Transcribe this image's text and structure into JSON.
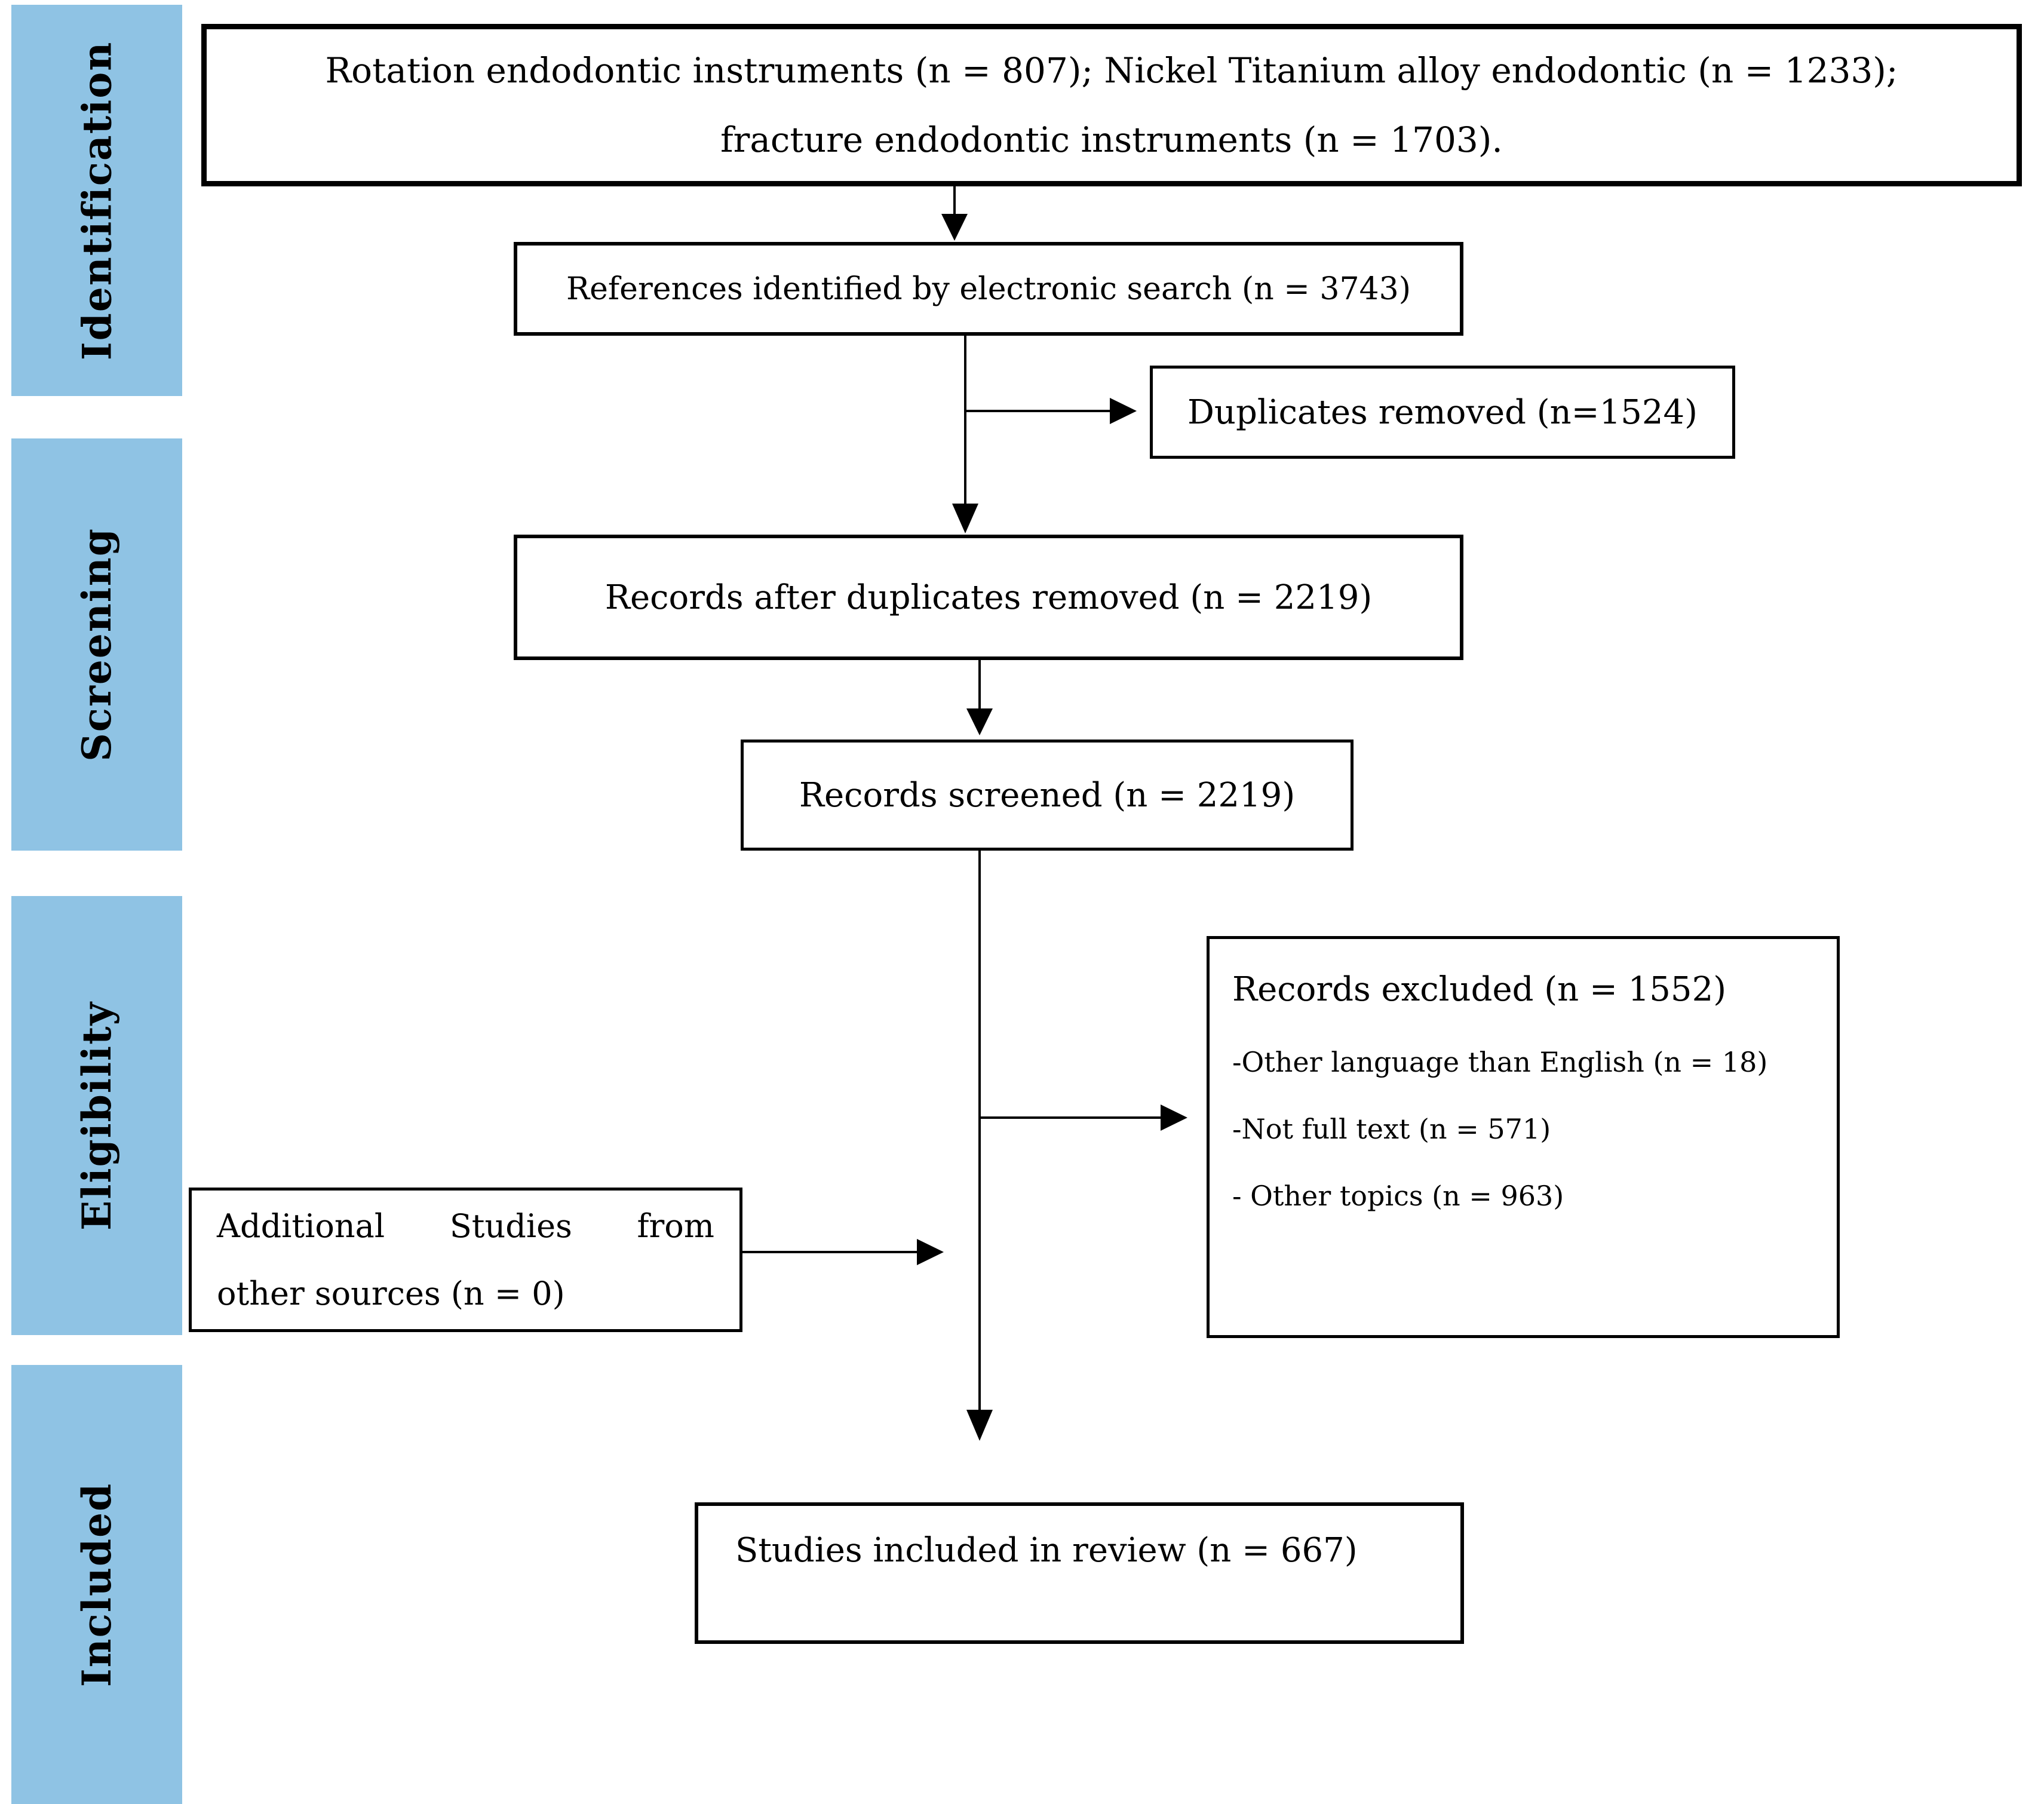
{
  "sidebar": {
    "accent_color": "#8fc3e4",
    "stages": [
      {
        "label": "Identification"
      },
      {
        "label": "Screening"
      },
      {
        "label": "Eligibility"
      },
      {
        "label": "Included"
      }
    ]
  },
  "boxes": {
    "sources": {
      "line1": "Rotation endodontic instruments (n = 807); Nickel Titanium alloy endodontic (n = 1233);",
      "line2": "fracture endodontic instruments (n = 1703)."
    },
    "identified": {
      "text": "References identified by electronic search (n = 3743)"
    },
    "duplicates": {
      "text": "Duplicates removed (n=1524)"
    },
    "after_duplicates": {
      "text": "Records after duplicates removed (n = 2219)"
    },
    "screened": {
      "text": "Records screened (n = 2219)"
    },
    "excluded": {
      "title": "Records excluded (n = 1552)",
      "items": [
        "-Other language than English (n = 18)",
        "-Not full text (n = 571)",
        "- Other topics (n = 963)"
      ]
    },
    "additional": {
      "line1": "Additional Studies from",
      "line2": "other sources (n = 0)"
    },
    "included": {
      "text": "Studies included in review (n = 667)"
    }
  }
}
